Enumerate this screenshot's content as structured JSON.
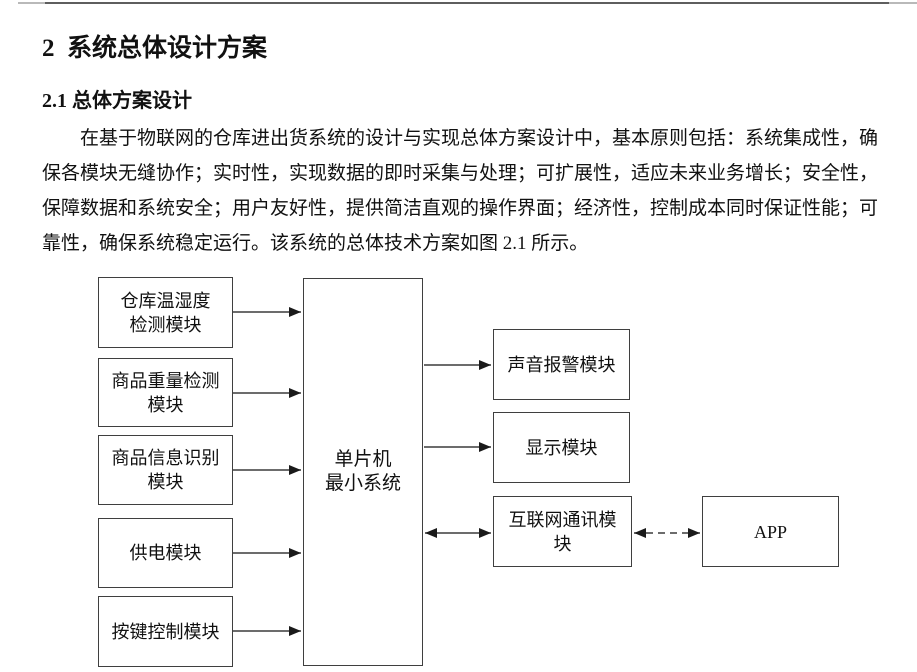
{
  "document": {
    "section_heading": "2  系统总体设计方案",
    "subsection_heading": "2.1 总体方案设计",
    "body_paragraph": "在基于物联网的仓库进出货系统的设计与实现总体方案设计中，基本原则包括：系统集成性，确保各模块无缝协作；实时性，实现数据的即时采集与处理；可扩展性，适应未来业务增长；安全性，保障数据和系统安全；用户友好性，提供简洁直观的操作界面；经济性，控制成本同时保证性能；可靠性，确保系统稳定运行。该系统的总体技术方案如图 2.1 所示。"
  },
  "diagram": {
    "input_modules": [
      {
        "label": "仓库温湿度\n检测模块"
      },
      {
        "label": "商品重量检测\n模块"
      },
      {
        "label": "商品信息识别\n模块"
      },
      {
        "label": "供电模块"
      },
      {
        "label": "按键控制模块"
      }
    ],
    "center_module": {
      "label": "单片机\n最小系统"
    },
    "output_modules": [
      {
        "label": "声音报警模块"
      },
      {
        "label": "显示模块"
      },
      {
        "label": "互联网通讯模\n块"
      }
    ],
    "app_module": {
      "label": "APP"
    },
    "connections": [
      {
        "from": "仓库温湿度检测模块",
        "to": "单片机最小系统",
        "direction": "one-way",
        "style": "solid"
      },
      {
        "from": "商品重量检测模块",
        "to": "单片机最小系统",
        "direction": "one-way",
        "style": "solid"
      },
      {
        "from": "商品信息识别模块",
        "to": "单片机最小系统",
        "direction": "one-way",
        "style": "solid"
      },
      {
        "from": "供电模块",
        "to": "单片机最小系统",
        "direction": "one-way",
        "style": "solid"
      },
      {
        "from": "按键控制模块",
        "to": "单片机最小系统",
        "direction": "one-way",
        "style": "solid"
      },
      {
        "from": "单片机最小系统",
        "to": "声音报警模块",
        "direction": "one-way",
        "style": "solid"
      },
      {
        "from": "单片机最小系统",
        "to": "显示模块",
        "direction": "one-way",
        "style": "solid"
      },
      {
        "from": "单片机最小系统",
        "to": "互联网通讯模块",
        "direction": "two-way",
        "style": "solid"
      },
      {
        "from": "互联网通讯模块",
        "to": "APP",
        "direction": "two-way",
        "style": "dashed"
      }
    ],
    "colors": {
      "line": "#3c3c3c",
      "box_border": "#3f3f3f",
      "text": "#111111",
      "background": "#ffffff"
    }
  }
}
